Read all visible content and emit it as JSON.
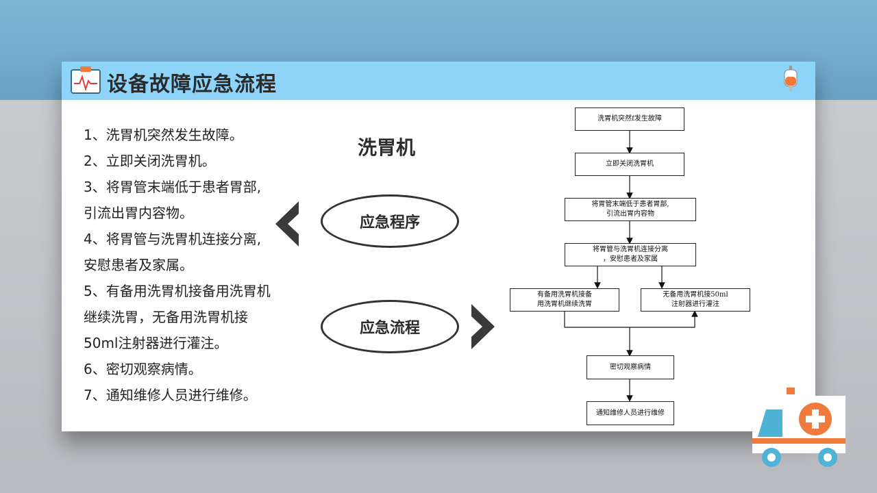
{
  "header": {
    "title": "设备故障应急流程"
  },
  "steps": [
    "1、洗胃机突然发生故障。",
    "2、立即关闭洗胃机。",
    "3、将胃管末端低于患者胃部,",
    "引流出胃内容物。",
    "4、将胃管与洗胃机连接分离,",
    "安慰患者及家属。",
    "5、有备用洗胃机接备用洗胃机",
    "继续洗胃，无备用洗胃机接",
    "50ml注射器进行灌注。",
    "6、密切观察病情。",
    "7、通知维修人员进行维修。"
  ],
  "center": {
    "machine_title": "洗胃机",
    "ellipse_procedure": "应急程序",
    "ellipse_flow": "应急流程"
  },
  "flowchart": {
    "box1": "洗胃机突然f发生故障",
    "box2": "立即关闭洗胃机",
    "box3": "将胃管末端低于患者胃部,\n引流出胃内容物",
    "box4": "将胃管与洗胃机连接分离\n，安慰患者及家属",
    "box5a": "有备用洗胃机接备\n用洗胃机继续洗胃",
    "box5b": "无备用洗胃机接50ml\n注射器进行灌注",
    "box6": "密切观察病情",
    "box7": "通知维修人员进行维修"
  },
  "colors": {
    "header_bg": "#8dd4f8",
    "text": "#222222",
    "chevron": "#3a3a3a",
    "ambulance_orange": "#f07a3c",
    "ambulance_blue": "#4fb3d6"
  },
  "icons": {
    "logo": "clipboard-heartbeat-icon",
    "top_right": "iv-drip-icon",
    "bottom_right": "ambulance-icon"
  }
}
